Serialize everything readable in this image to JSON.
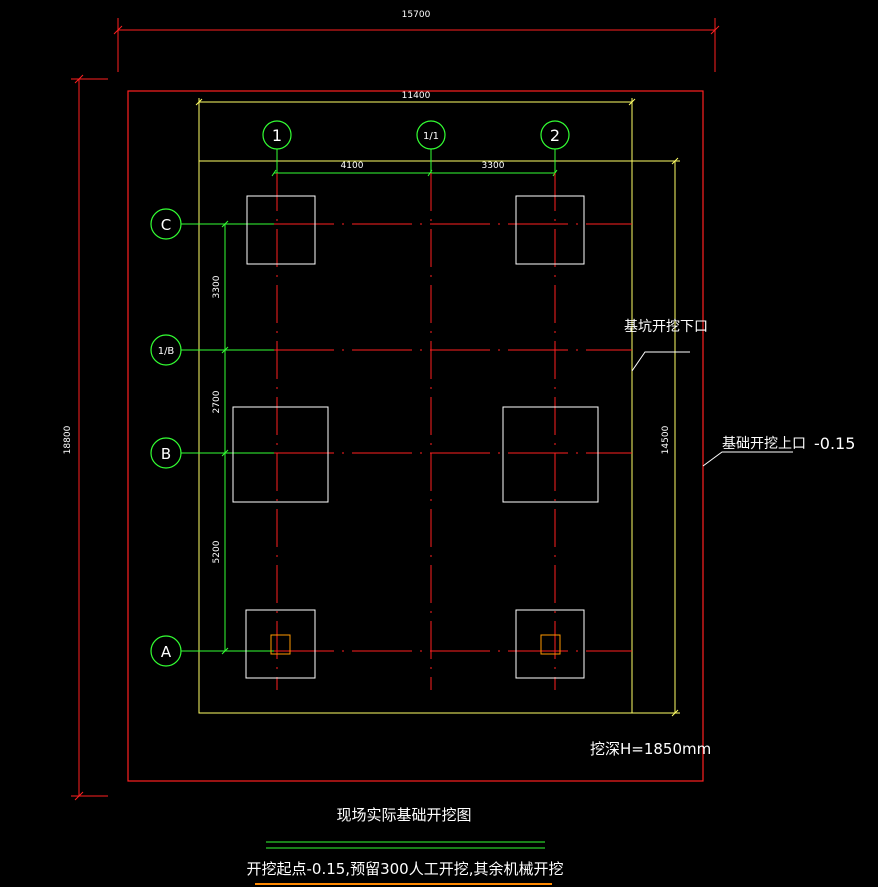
{
  "dimensions": {
    "overall_width": "15700",
    "overall_height": "18800",
    "inner_width": "11400",
    "bay_left": "4100",
    "bay_right": "3300",
    "inner_height": "14500",
    "span_c_1b": "3300",
    "span_1b_b": "2700",
    "span_b_a": "5200"
  },
  "axes": {
    "columns": [
      "1",
      "1/1",
      "2"
    ],
    "rows": [
      "C",
      "1/B",
      "B",
      "A"
    ]
  },
  "annotations": {
    "pit_bottom_label": "基坑开挖下口",
    "top_opening_label": "基础开挖上口",
    "top_opening_level": "-0.15",
    "depth_label": "挖深H=1850mm"
  },
  "titles": {
    "drawing_title": "现场实际基础开挖图",
    "note": "开挖起点-0.15,预留300人工开挖,其余机械开挖"
  },
  "colors": {
    "background": "#000000",
    "outer_boundary": "#ff2020",
    "dimension_red": "#ff2020",
    "inner_boundary": "#ffff66",
    "grid_green": "#33ff33",
    "axis_red": "#ff2020",
    "footing_white": "#ffffff",
    "column_orange": "#ff9900",
    "underline_orange": "#ff8800"
  }
}
